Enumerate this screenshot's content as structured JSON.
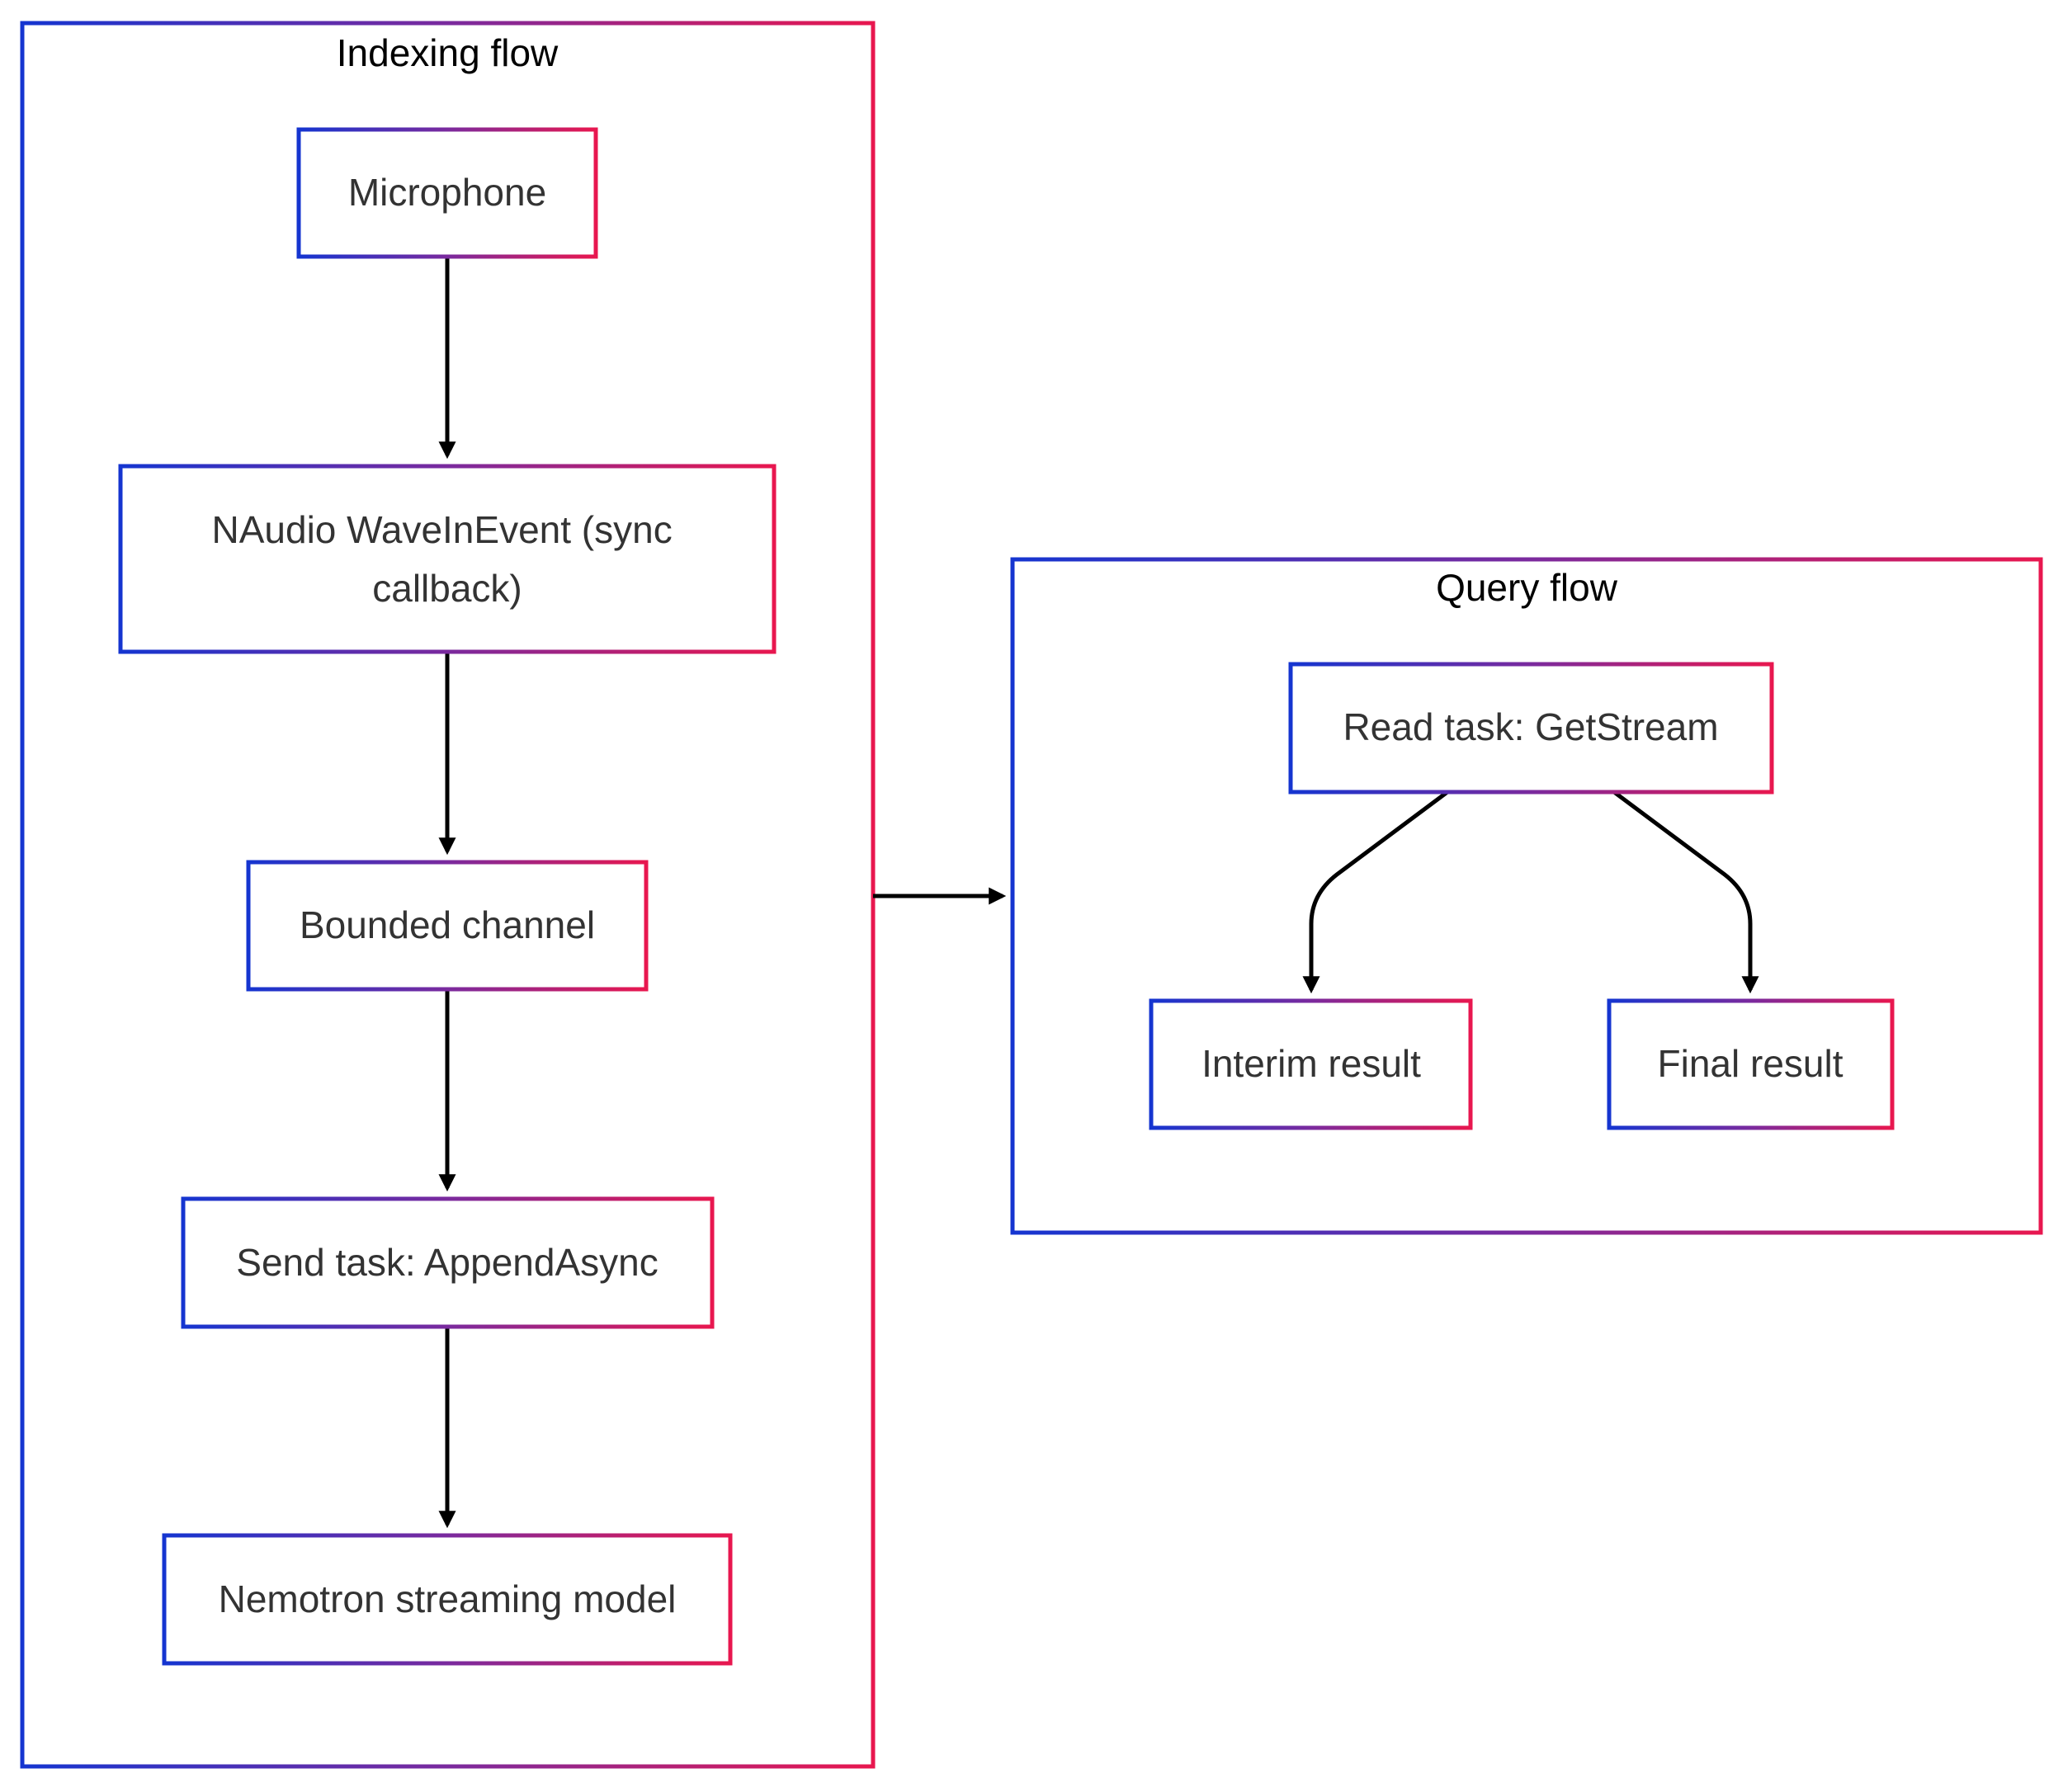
{
  "colors": {
    "gradient_start": "#1535d0",
    "gradient_mid": "#7a2a9e",
    "gradient_end": "#e8174f",
    "edge": "#000000",
    "node_text": "#333333",
    "cluster_text": "#000000",
    "background": "#ffffff"
  },
  "clusters": {
    "indexing": {
      "title": "Indexing flow"
    },
    "query": {
      "title": "Query flow"
    }
  },
  "nodes": {
    "microphone": {
      "label": "Microphone"
    },
    "naudio": {
      "line1": "NAudio WaveInEvent (sync",
      "line2": "callback)"
    },
    "bounded": {
      "label": "Bounded channel"
    },
    "send": {
      "label": "Send task: AppendAsync"
    },
    "nemotron": {
      "label": "Nemotron streaming model"
    },
    "read": {
      "label": "Read task: GetStream"
    },
    "interim": {
      "label": "Interim result"
    },
    "final": {
      "label": "Final result"
    }
  }
}
